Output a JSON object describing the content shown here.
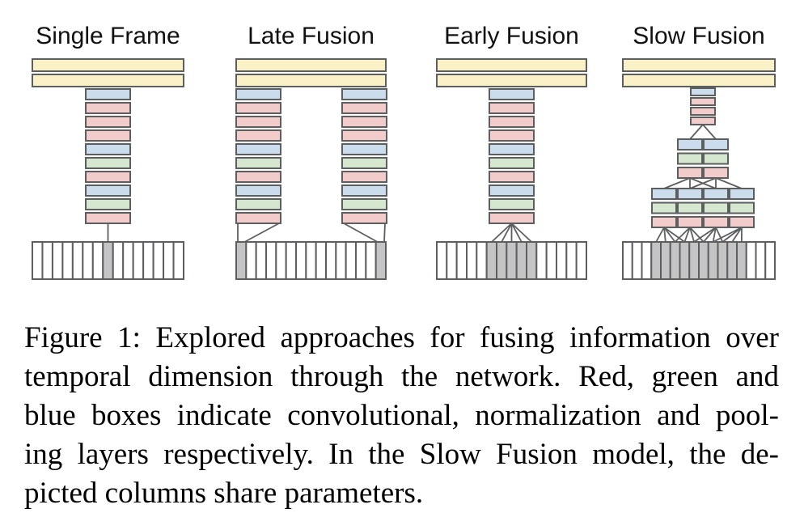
{
  "figure": {
    "columns": [
      {
        "id": "single-frame",
        "title": "Single Frame",
        "fusion_style": "single",
        "dense_bar_count": 2,
        "tower_count": 1,
        "tower_layers": [
          "pool",
          "conv",
          "conv",
          "conv",
          "pool",
          "norm",
          "conv",
          "pool",
          "norm",
          "conv"
        ],
        "frames": {
          "count": 15,
          "active": [
            8
          ]
        }
      },
      {
        "id": "late-fusion",
        "title": "Late Fusion",
        "fusion_style": "ends",
        "dense_bar_count": 2,
        "tower_count": 2,
        "tower_layers": [
          "pool",
          "conv",
          "conv",
          "conv",
          "pool",
          "norm",
          "conv",
          "pool",
          "norm",
          "conv"
        ],
        "frames": {
          "count": 15,
          "active": [
            1,
            15
          ]
        }
      },
      {
        "id": "early-fusion",
        "title": "Early Fusion",
        "fusion_style": "fan",
        "dense_bar_count": 2,
        "tower_count": 1,
        "tower_layers": [
          "pool",
          "conv",
          "conv",
          "conv",
          "pool",
          "norm",
          "conv",
          "pool",
          "norm",
          "conv"
        ],
        "frames": {
          "count": 15,
          "active": [
            6,
            7,
            8,
            9,
            10
          ]
        }
      },
      {
        "id": "slow-fusion",
        "title": "Slow Fusion",
        "fusion_style": "slow",
        "dense_bar_count": 2,
        "slow": {
          "top_stack_layers": [
            "pool",
            "conv",
            "conv",
            "conv"
          ],
          "group_rows": [
            "pool",
            "norm",
            "conv"
          ],
          "mid_columns": 2,
          "low_columns": 4,
          "mid_fan_targets": [
            [
              1,
              2,
              3
            ],
            [
              2,
              3,
              4
            ]
          ],
          "frame_fans": [
            [
              4,
              5,
              6,
              7
            ],
            [
              6,
              7,
              8,
              9
            ],
            [
              8,
              9,
              10,
              11
            ],
            [
              10,
              11,
              12,
              13
            ]
          ]
        },
        "frames": {
          "count": 16,
          "active": [
            4,
            5,
            6,
            7,
            8,
            9,
            10,
            11,
            12,
            13
          ]
        }
      }
    ],
    "layer_colors": {
      "conv": "#f2cbcb",
      "norm": "#d6e7cf",
      "pool": "#cbdded",
      "dense": "#fbf1c7"
    },
    "layer_meanings": {
      "red": "convolutional",
      "green": "normalization",
      "blue": "pooling"
    },
    "frame_colors": {
      "active": "#c4c4c4",
      "inactive": "#ffffff"
    },
    "outline_color": "#5d5e60",
    "title_color": "#111111",
    "caption": {
      "lines": [
        "Figure 1: Explored approaches for fusing information over",
        "temporal dimension through the network.  Red, green and",
        "blue boxes indicate convolutional, normalization and pool-",
        "ing layers respectively.  In the Slow Fusion model, the de-",
        "picted columns share parameters."
      ]
    }
  }
}
